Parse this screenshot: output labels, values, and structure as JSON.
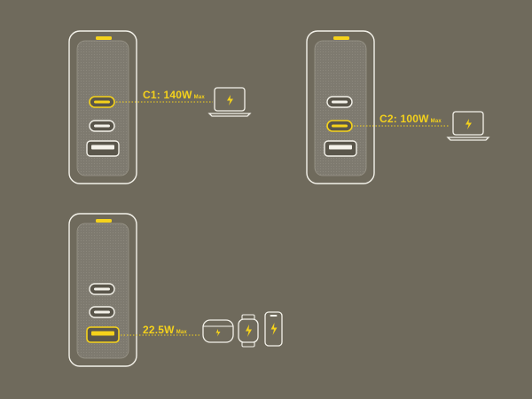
{
  "colors": {
    "background": "#6f6a5c",
    "accent": "#f5d21b",
    "outline": "#f4f2ea",
    "body": "#7c786c"
  },
  "panels": [
    {
      "label_value": "C1: 140W",
      "label_unit": "Max",
      "active_port": "c1",
      "devices": [
        "laptop-icon"
      ]
    },
    {
      "label_value": "C2: 100W",
      "label_unit": "Max",
      "active_port": "c2",
      "devices": [
        "laptop-icon"
      ]
    },
    {
      "label_value": "22.5W",
      "label_unit": "Max",
      "active_port": "usb-a",
      "devices": [
        "earbuds-case-icon",
        "smartwatch-icon",
        "smartphone-icon"
      ]
    }
  ]
}
